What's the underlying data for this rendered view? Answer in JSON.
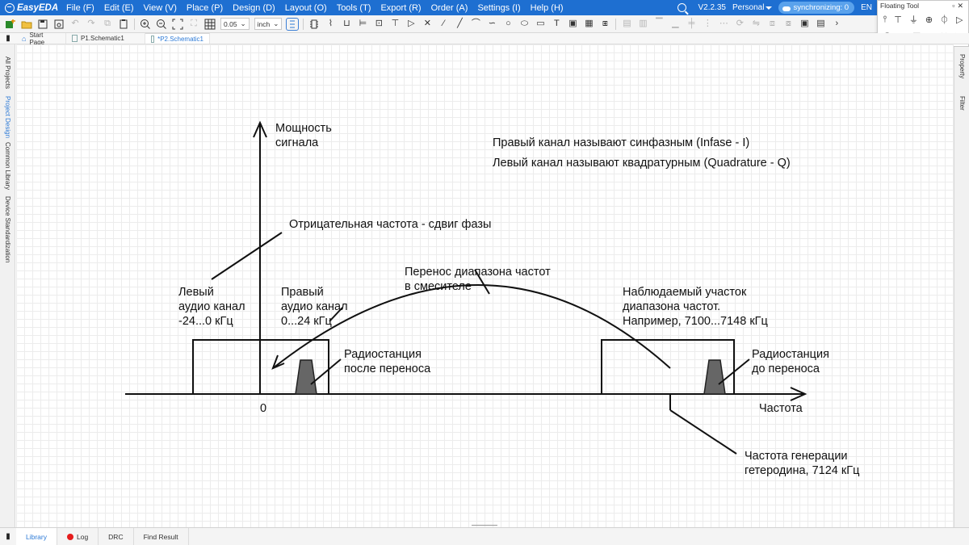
{
  "app": {
    "logo_text": "EasyEDA",
    "menus": [
      "File (F)",
      "Edit (E)",
      "View (V)",
      "Place (P)",
      "Design (D)",
      "Layout (O)",
      "Tools (T)",
      "Export (R)",
      "Order (A)",
      "Settings (I)",
      "Help (H)"
    ],
    "version": "V2.2.35",
    "account": "Personal",
    "sync_label": "synchronizing: 0",
    "language": "EN"
  },
  "toolbar": {
    "grid_value": "0.05",
    "unit_value": "inch"
  },
  "floating_tool": {
    "title": "Floating Tool",
    "row1_icons": [
      "net-label-icon",
      "net-port-icon",
      "ground-icon",
      "power-icon",
      "vcc-icon",
      "bus-entry-icon"
    ],
    "row2_icons": [
      "ellipse-icon",
      "circle-icon",
      "image-icon",
      "dot-icon",
      "no-connect-icon",
      "flag-icon"
    ]
  },
  "tabs": [
    {
      "label": "Start Page",
      "active": false
    },
    {
      "label": "P1.Schematic1",
      "active": false
    },
    {
      "label": "*P2.Schematic1",
      "active": true
    }
  ],
  "left_panel": [
    "All Projects",
    "Project Design",
    "Common Library",
    "Device Standardization"
  ],
  "right_panel": [
    "Property",
    "Filter"
  ],
  "bottom_tabs": [
    "Library",
    "Log",
    "DRC",
    "Find Result"
  ],
  "diagram": {
    "y_axis_label": [
      "Мощность",
      "сигнала"
    ],
    "x_axis_label": "Частота",
    "origin_label": "0",
    "note_i": "Правый канал называют синфазным (Infase - I)",
    "note_q": "Левый канал называют квадратурным (Quadrature - Q)",
    "neg_freq_note": "Отрицательная частота - сдвиг фазы",
    "transfer_note": [
      "Перенос диапазона частот",
      "в смесителе"
    ],
    "left_channel": [
      "Левый",
      "аудио канал",
      "-24...0 кГц"
    ],
    "right_channel": [
      "Правый",
      "аудио канал",
      "0...24 кГц"
    ],
    "observed_band": [
      "Наблюдаемый участок",
      "диапазона частот.",
      "Например, 7100...7148 кГц"
    ],
    "station_after": [
      "Радиостанция",
      "после переноса"
    ],
    "station_before": [
      "Радиостанция",
      "до переноса"
    ],
    "lo_freq": [
      "Частота генерации",
      "гетеродина, 7124 кГц"
    ]
  },
  "colors": {
    "brand": "#1e6fd1",
    "active_tab": "#2d7ad6",
    "station_fill": "#666666"
  }
}
